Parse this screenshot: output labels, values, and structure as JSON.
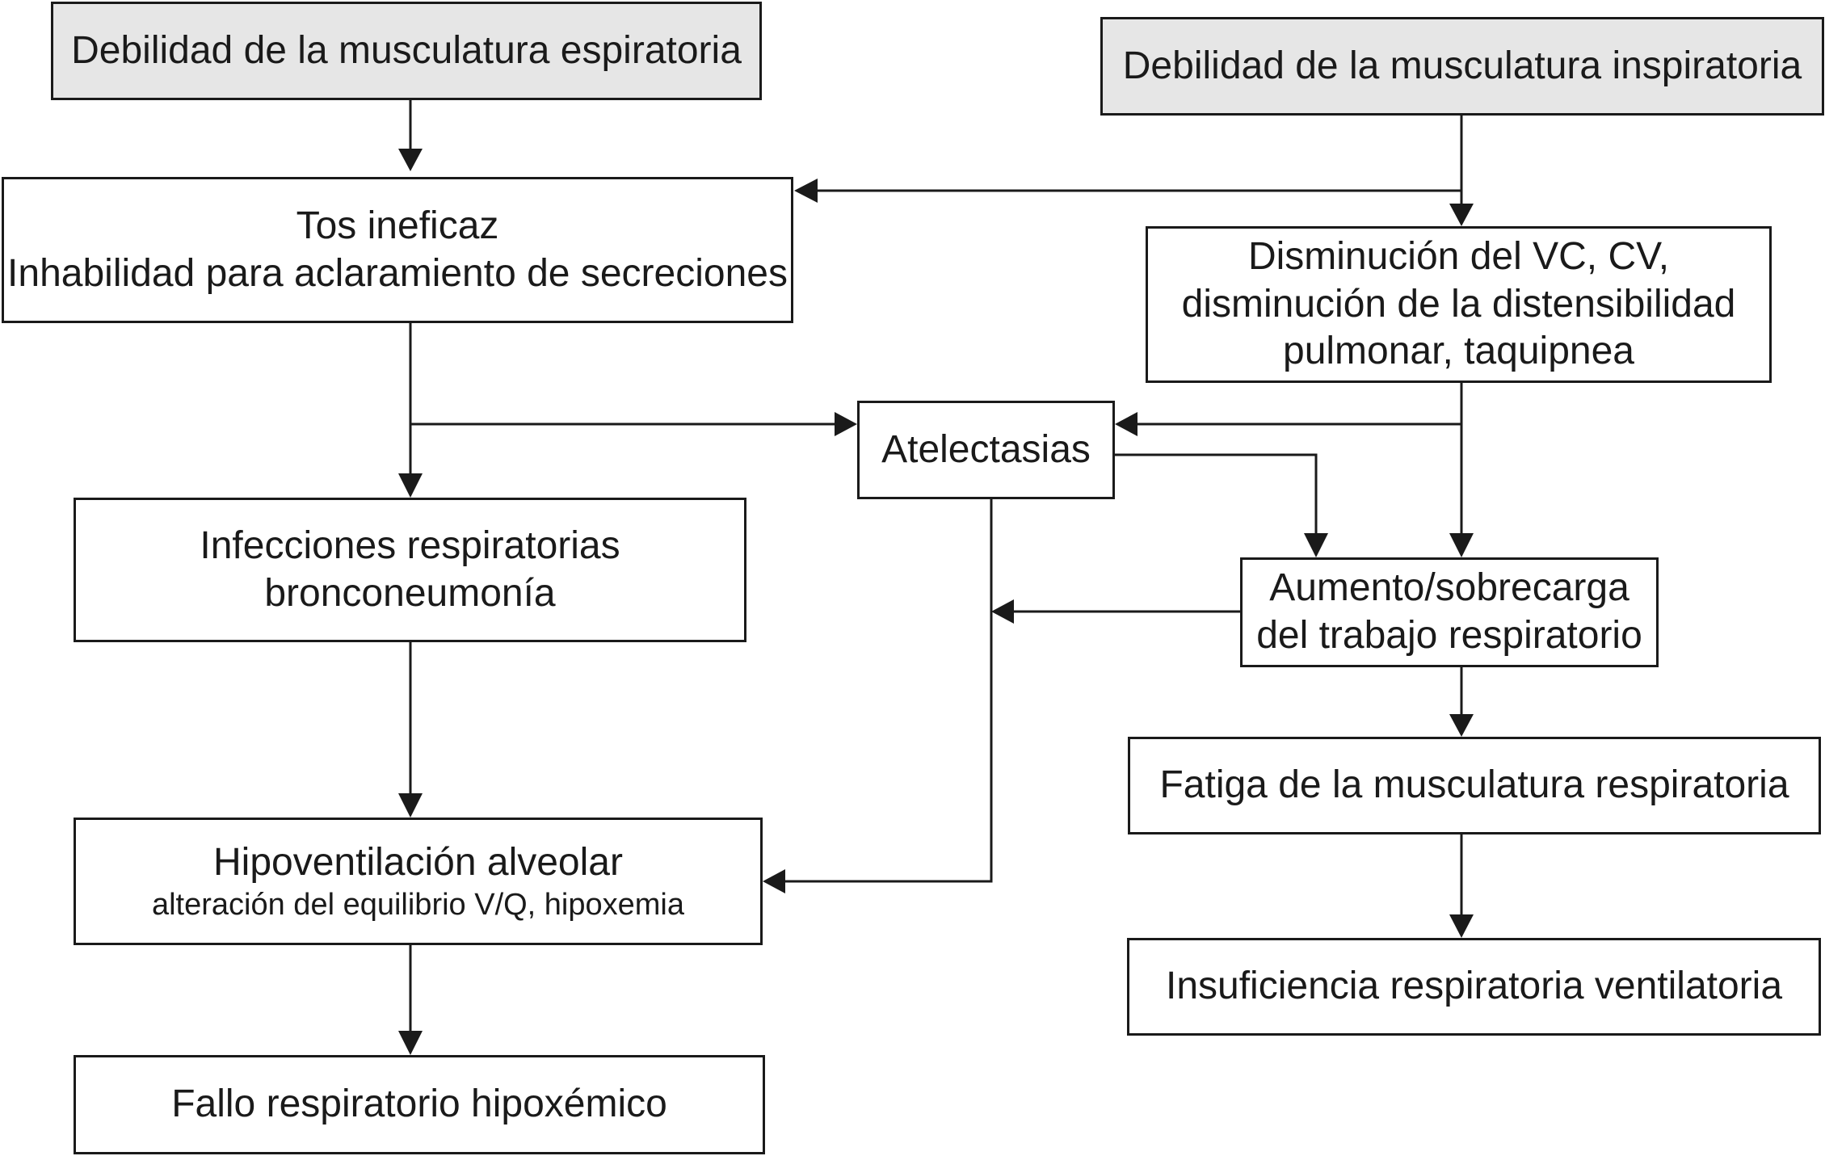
{
  "diagram": {
    "nodes": {
      "expiratory_weakness": {
        "lines": [
          "Debilidad de la musculatura espiratoria"
        ]
      },
      "inspiratory_weakness": {
        "lines": [
          "Debilidad de la musculatura inspiratoria"
        ]
      },
      "ineffective_cough": {
        "lines": [
          "Tos ineficaz",
          "Inhabilidad para aclaramiento de secreciones"
        ]
      },
      "vc_decrease": {
        "lines": [
          "Disminución del VC, CV,",
          "disminución de la distensibilidad",
          "pulmonar, taquipnea"
        ]
      },
      "atelectasis": {
        "lines": [
          "Atelectasias"
        ]
      },
      "infections": {
        "lines": [
          "Infecciones respiratorias",
          "bronconeumonía"
        ]
      },
      "work_increase": {
        "lines": [
          "Aumento/sobrecarga",
          "del trabajo respiratorio"
        ]
      },
      "muscle_fatigue": {
        "lines": [
          "Fatiga de la musculatura respiratoria"
        ]
      },
      "hypoventilation": {
        "title": "Hipoventilación alveolar",
        "subtitle": "alteración del equilibrio V/Q, hipoxemia"
      },
      "ventilatory_failure": {
        "lines": [
          "Insuficiencia respiratoria ventilatoria"
        ]
      },
      "hypoxemic_failure": {
        "lines": [
          "Fallo respiratorio hipoxémico"
        ]
      }
    },
    "edges": [
      {
        "from": "expiratory_weakness",
        "to": "ineffective_cough"
      },
      {
        "from": "inspiratory_weakness",
        "to": "ineffective_cough"
      },
      {
        "from": "inspiratory_weakness",
        "to": "vc_decrease"
      },
      {
        "from": "ineffective_cough",
        "to": "atelectasis"
      },
      {
        "from": "ineffective_cough",
        "to": "infections"
      },
      {
        "from": "vc_decrease",
        "to": "atelectasis"
      },
      {
        "from": "vc_decrease",
        "to": "work_increase"
      },
      {
        "from": "atelectasis",
        "to": "work_increase"
      },
      {
        "from": "atelectasis",
        "to": "hypoventilation"
      },
      {
        "from": "work_increase",
        "to": "hypoventilation"
      },
      {
        "from": "work_increase",
        "to": "muscle_fatigue"
      },
      {
        "from": "infections",
        "to": "hypoventilation"
      },
      {
        "from": "muscle_fatigue",
        "to": "ventilatory_failure"
      },
      {
        "from": "hypoventilation",
        "to": "hypoxemic_failure"
      }
    ]
  }
}
